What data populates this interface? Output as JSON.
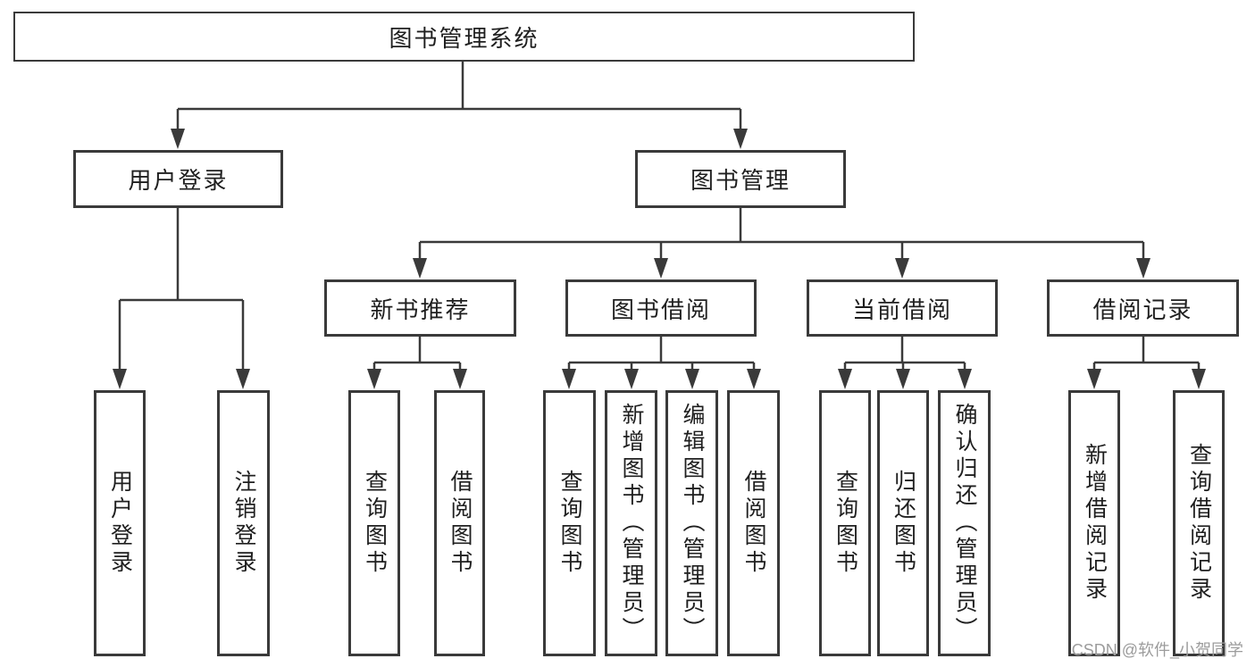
{
  "diagram": {
    "tree": {
      "label": "图书管理系统",
      "children": [
        {
          "label": "用户登录",
          "children": [
            {
              "label": "用户登录"
            },
            {
              "label": "注销登录"
            }
          ]
        },
        {
          "label": "图书管理",
          "children": [
            {
              "label": "新书推荐",
              "children": [
                {
                  "label": "查询图书"
                },
                {
                  "label": "借阅图书"
                }
              ]
            },
            {
              "label": "图书借阅",
              "children": [
                {
                  "label": "查询图书"
                },
                {
                  "label": "新增图书（管理员）"
                },
                {
                  "label": "编辑图书（管理员）"
                },
                {
                  "label": "借阅图书"
                }
              ]
            },
            {
              "label": "当前借阅",
              "children": [
                {
                  "label": "查询图书"
                },
                {
                  "label": "归还图书"
                },
                {
                  "label": "确认归还（管理员）"
                }
              ]
            },
            {
              "label": "借阅记录",
              "children": [
                {
                  "label": "新增借阅记录"
                },
                {
                  "label": "查询借阅记录"
                }
              ]
            }
          ]
        }
      ]
    },
    "colors": {
      "box_border": "#3a3a3a",
      "connector": "#3a3a3a",
      "text": "#1f1f1f",
      "background": "#ffffff",
      "watermark": "#9c9c9c"
    }
  },
  "watermark": {
    "text": "CSDN @软件_小贺同学"
  }
}
